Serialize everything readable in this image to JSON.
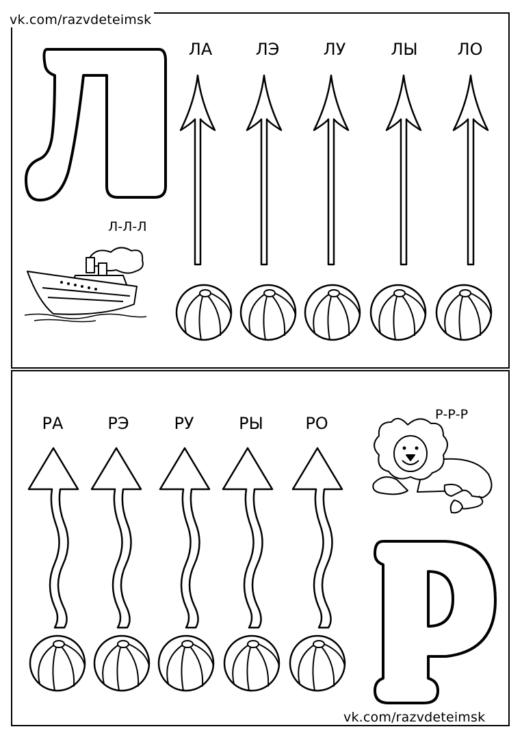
{
  "watermark_top": "vk.com/razvdeteimsk",
  "watermark_bottom": "vk.com/razvdeteimsk",
  "top_section": {
    "letter": "Л",
    "sound": "Л-Л-Л",
    "syllables": [
      "ЛА",
      "ЛЭ",
      "ЛУ",
      "ЛЫ",
      "ЛО"
    ]
  },
  "bottom_section": {
    "letter": "Р",
    "sound": "Р-Р-Р",
    "syllables": [
      "РА",
      "РЭ",
      "РУ",
      "РЫ",
      "РО"
    ]
  }
}
